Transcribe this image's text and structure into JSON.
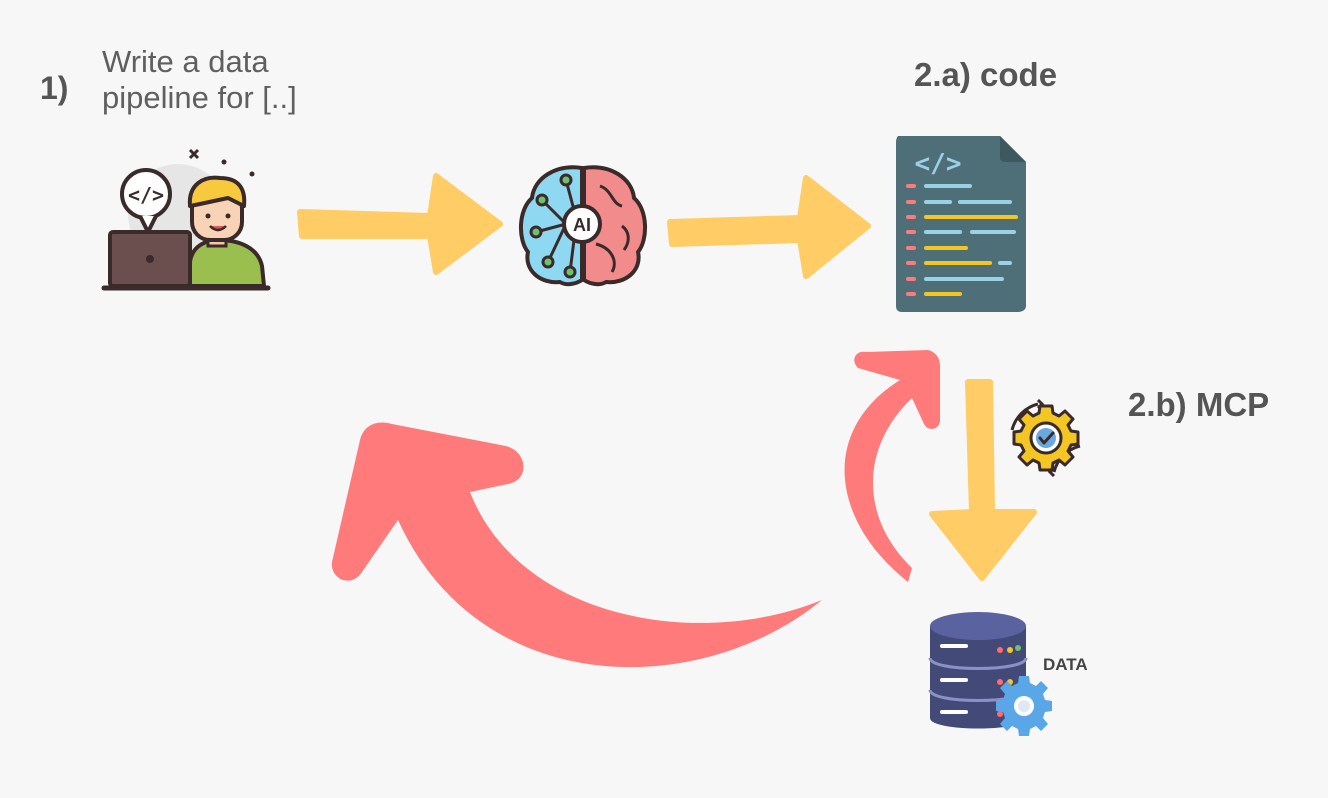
{
  "step1": {
    "number": "1)",
    "text_line1": "Write a data",
    "text_line2": "pipeline for [..]"
  },
  "step2a": {
    "label": "2.a) code"
  },
  "step2b": {
    "label": "2.b) MCP"
  },
  "brain": {
    "badge": "AI"
  },
  "database": {
    "label": "DATA"
  },
  "colors": {
    "background": "#f7f7f7",
    "forward_arrow": "#ffcc66",
    "feedback_arrow": "#ff7b7b",
    "code_doc": "#4f6f78",
    "database": "#434a78",
    "text": "#555555"
  },
  "icons": {
    "developer": "developer-laptop-icon",
    "brain": "ai-brain-icon",
    "code": "code-file-icon",
    "mcp": "gear-check-icon",
    "database": "database-server-icon"
  }
}
